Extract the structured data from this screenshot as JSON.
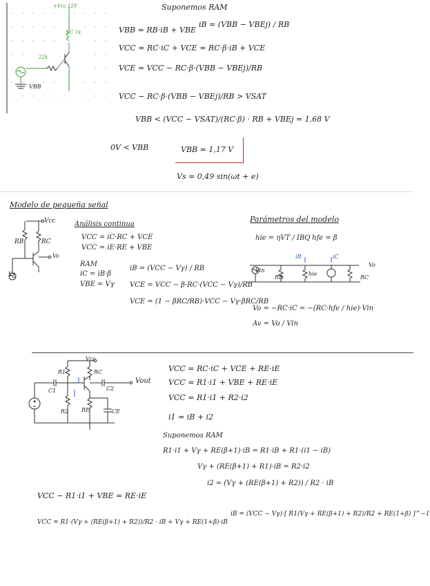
{
  "top": {
    "assume_ram": "Suponemos RAM",
    "eq1": "VBB = RB·iB + VBE",
    "eq_ib": "iB = (VBB − VBEj) / RB",
    "eq2": "VCC = RC·iC + VCE = RC·β·iB + VCE",
    "eq3": "VCE = VCC − RC·β·(VBB − VBEj)/RB",
    "eq4": "VCC − RC·β·(VBB − VBEj)/RB > VSAT",
    "eq5": "VBB < (VCC − VSAT)/(RC·β) · RB + VBEj = 1,68 V",
    "cond": "0V < VBB",
    "boxed": "VBB = 1,17 V",
    "vs": "Vs = 0,49 sin(ωt + e)"
  },
  "ss": {
    "title": "Modelo de pequeña señal",
    "analysis": "Análisis continua",
    "a1": "VCC = iC·RC + VCE",
    "a2": "VCC = iE·RE + VBE",
    "ram": "RAM",
    "ic": "iC = iB·β",
    "vbe": "VBE = Vγ",
    "ib": "iB = (VCC − Vγ) / RB",
    "vce1": "VCE = VCC − β·RC·(VCC − Vγ)/RB",
    "vce2": "VCE = (1 − βRC/RB)·VCC − Vγ·βRC/RB",
    "params": "Parámetros del modelo",
    "hie": "hie = ηVT / IBQ",
    "hfe": "hfe = β",
    "vo": "Vo = −RC·iC = −(RC·hfe / hie)·Vin",
    "av": "Av = Vo / Vin",
    "vin_label": "Vin",
    "vo_label": "Vo",
    "rb_label": "RB",
    "rc_label": "RC",
    "hie_label": "hie",
    "ib_label": "iB",
    "ic_label": "iC"
  },
  "bottom": {
    "e1": "VCC = RC·iC + VCE + RE·iE",
    "e2": "VCC = R1·i1 + VBE + RE·iE",
    "e3": "VCC = R1·i1 + R2·i2",
    "e4": "i1 = iB + i2",
    "assume": "Suponemos RAM",
    "e5": "R1·i1 + Vγ + RE(β+1)·iB = R1·iB + R1·(i1 − iB)",
    "e6": "Vγ + (RE(β+1) + R1)·iB = R2·i2",
    "e7": "i2 = (Vγ + (RE(β+1) + R2)) / R2 · iB",
    "e8": "VCC − R1·i1 + VBE = RE·iE",
    "e9": "VCC = R1·(Vγ + (RE(β+1) + R2))/R2 · iB + Vγ + RE(1+β)·iB",
    "e10": "iB = (VCC − Vγ)·[ R1(Vγ + RE(β+1) + R2)/R2 + RE(1+β) ]^−1",
    "vout": "Vout",
    "vcc": "Vcc"
  }
}
